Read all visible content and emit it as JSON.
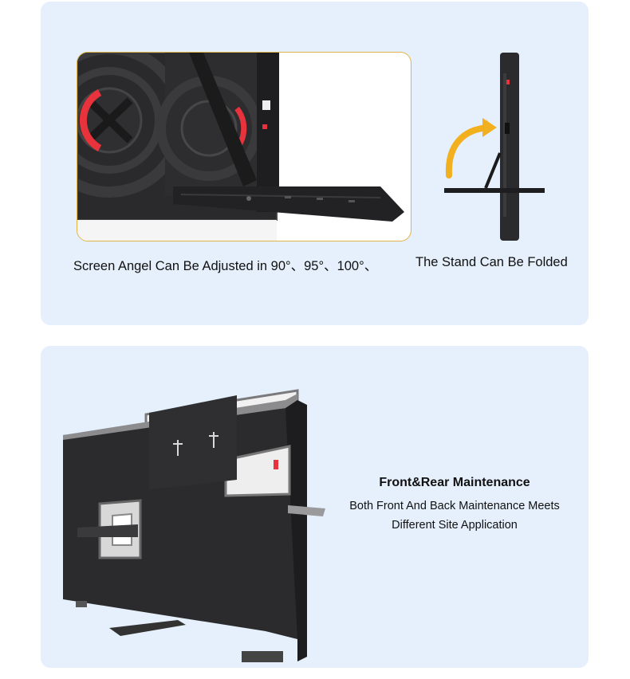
{
  "top_panel": {
    "caption_angle": "Screen Angel Can Be Adjusted in 90°、95°、100°、",
    "caption_fold": "The Stand Can Be Folded"
  },
  "bottom_panel": {
    "title": "Front&Rear Maintenance",
    "description_line1": "Both Front And Back Maintenance Meets",
    "description_line2": "Different Site Application"
  },
  "colors": {
    "panel_background": "#e5f0fc",
    "frame_border": "#e2b34a",
    "accent_red": "#e8323c",
    "arrow_yellow": "#f2b01e",
    "cabinet_dark": "#2b2b2d"
  }
}
